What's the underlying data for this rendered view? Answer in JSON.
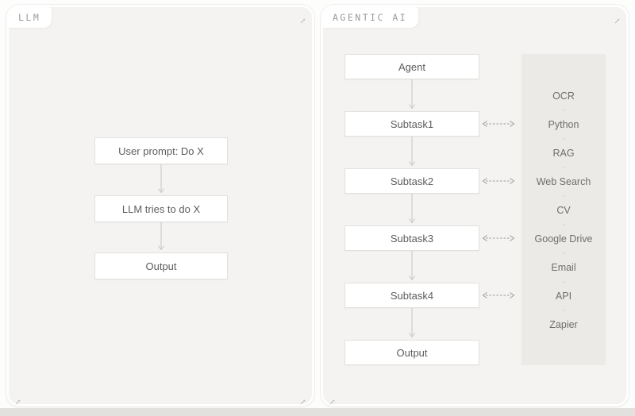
{
  "left_panel": {
    "title": "LLM",
    "nodes": [
      {
        "label": "User prompt: Do X"
      },
      {
        "label": "LLM tries to do X"
      },
      {
        "label": "Output"
      }
    ]
  },
  "right_panel": {
    "title": "AGENTIC AI",
    "nodes": [
      {
        "label": "Agent"
      },
      {
        "label": "Subtask1"
      },
      {
        "label": "Subtask2"
      },
      {
        "label": "Subtask3"
      },
      {
        "label": "Subtask4"
      },
      {
        "label": "Output"
      }
    ],
    "tools": [
      "OCR",
      "Python",
      "RAG",
      "Web Search",
      "CV",
      "Google Drive",
      "Email",
      "API",
      "Zapier"
    ]
  },
  "colors": {
    "panel_fill": "#f4f3f1",
    "panel_border": "#fefefe",
    "node_fill": "#ffffff",
    "node_border": "#e3e1de",
    "node_text": "#5d5d5d",
    "tab_text": "#9b9b9b",
    "tools_tray_fill": "#ebeae7",
    "tool_text": "#6e6e6e",
    "flow_arrow": "#c7c5c2",
    "link_arrow": "#9c9a98",
    "bottom_strip": "#e2e1de"
  }
}
